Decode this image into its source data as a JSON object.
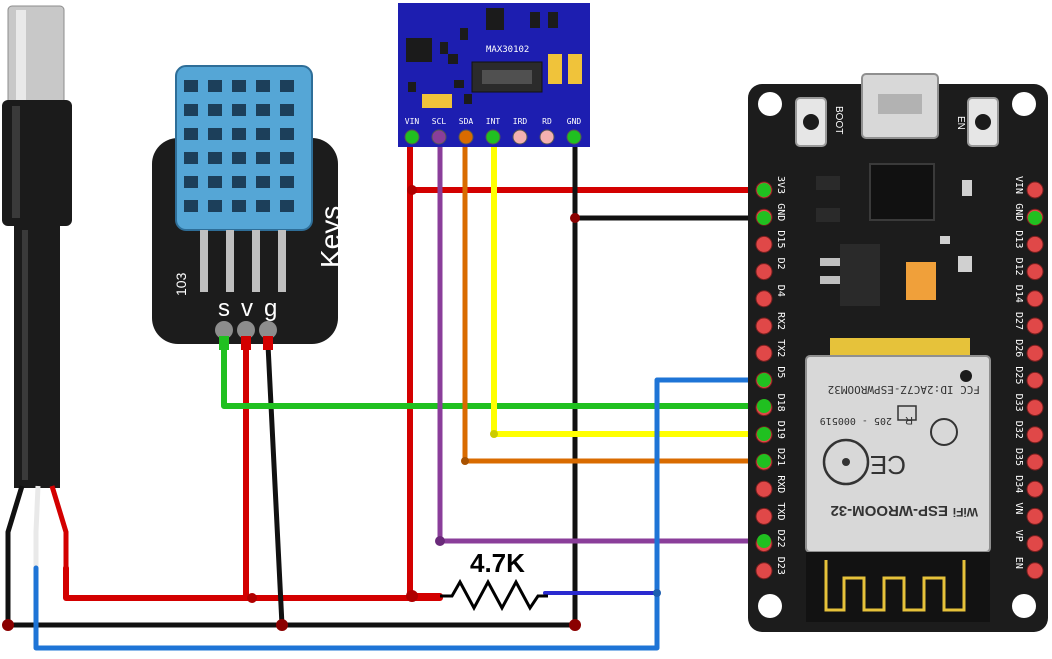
{
  "colors": {
    "wire_red": "#d30000",
    "wire_black": "#111111",
    "wire_green": "#20c020",
    "wire_yellow": "#ffff00",
    "wire_orange": "#d96b00",
    "wire_purple": "#8a3e9a",
    "wire_blue": "#1e74d6",
    "wire_navy": "#2a2ad0",
    "board_black": "#1c1c1c",
    "max_blue": "#1d1eb0",
    "dht_blue": "#55a6d6"
  },
  "dht": {
    "model": "Keys",
    "part": "103",
    "pins": [
      "s",
      "v",
      "g"
    ]
  },
  "max": {
    "label": "MAX30102",
    "pins": [
      "VIN",
      "SCL",
      "SDA",
      "INT",
      "IRD",
      "RD",
      "GND"
    ]
  },
  "resistor": {
    "label": "4.7K"
  },
  "esp": {
    "buttons": [
      "BOOT",
      "EN"
    ],
    "left_pins": [
      "3V3",
      "GND",
      "D15",
      "D2",
      "D4",
      "RX2",
      "TX2",
      "D5",
      "D18",
      "D19",
      "D21",
      "RXD",
      "TXD",
      "D22",
      "D23"
    ],
    "right_pins": [
      "VIN",
      "GND",
      "D13",
      "D12",
      "D14",
      "D27",
      "D26",
      "D25",
      "D33",
      "D32",
      "D35",
      "D34",
      "VN",
      "VP",
      "EN"
    ],
    "module_name": "ESP-WROOM-32",
    "fcc": "FCC ID:2AC7Z-ESPWROOM32",
    "code": "205 - 000519",
    "r_mark": "R",
    "ce_mark": "CE",
    "wifi": "WiFi"
  }
}
